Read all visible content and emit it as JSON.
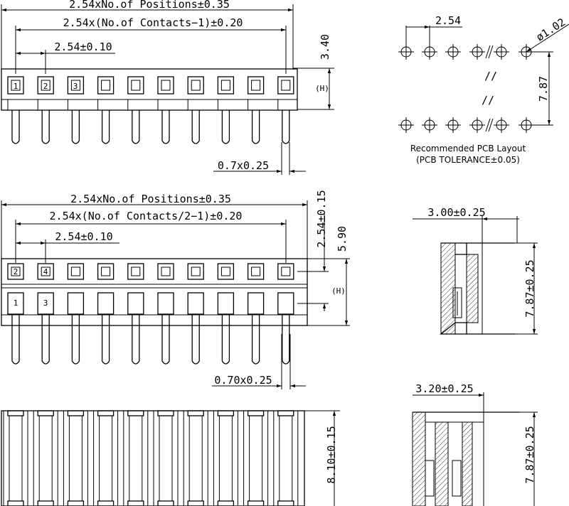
{
  "side_view_1": {
    "dim_positions": "2.54xNo.of Positions±0.35",
    "dim_contacts": "2.54x(No.of Contacts−1)±0.20",
    "dim_pitch": "2.54±0.10",
    "dim_height": "3.40",
    "height_symbol": "(H)",
    "dim_pin": "0.7x0.25",
    "pin_labels": [
      "1",
      "2",
      "3"
    ]
  },
  "side_view_2": {
    "dim_positions": "2.54xNo.of Positions±0.35",
    "dim_contacts": "2.54x(No.of Contacts/2−1)±0.20",
    "dim_pitch": "2.54±0.10",
    "dim_row": "2.54±0.15",
    "dim_height": "5.90",
    "height_symbol": "(H)",
    "dim_pin": "0.70x0.25",
    "top_labels": [
      "2",
      "4"
    ],
    "bottom_labels": [
      "1",
      "3"
    ]
  },
  "bottom_view": {
    "dim_depth": "8.10±0.15"
  },
  "pcb_layout": {
    "dim_pitch": "2.54",
    "dim_hole": "ø1.02",
    "dim_row": "7.87",
    "break_mark": "//",
    "title": "Recommended PCB Layout",
    "subtitle": "(PCB TOLERANCE±0.05)"
  },
  "section_1": {
    "dim_width": "3.00±0.25",
    "dim_height": "7.87±0.25"
  },
  "section_2": {
    "dim_width": "3.20±0.25",
    "dim_height": "7.87±0.25"
  }
}
